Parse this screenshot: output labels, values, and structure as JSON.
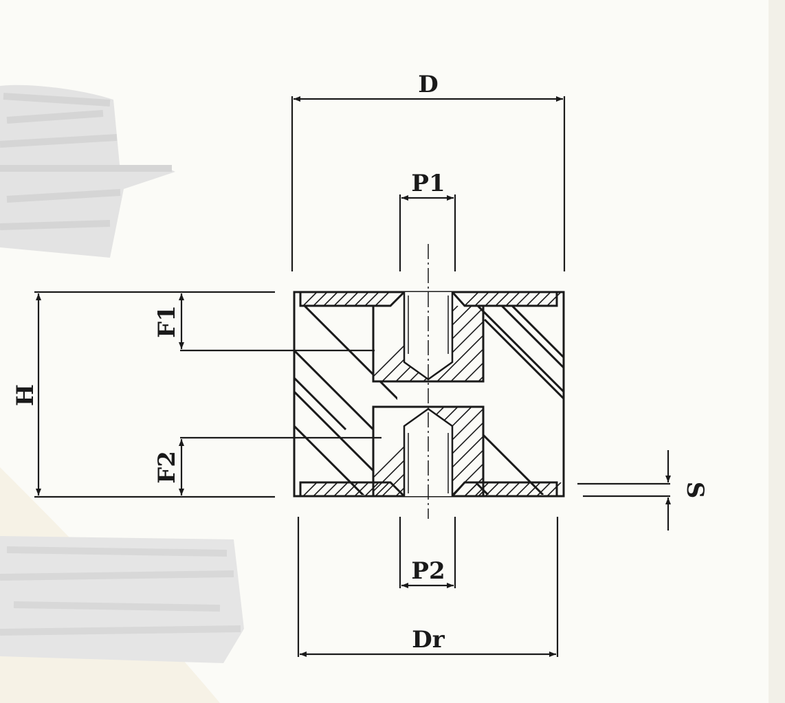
{
  "labels": {
    "D": "D",
    "P1": "P1",
    "F1": "F1",
    "H": "H",
    "F2": "F2",
    "S": "S",
    "P2": "P2",
    "Dr": "Dr"
  },
  "colors": {
    "paper": "#fbfbf7",
    "ink": "#1a1a1a",
    "scribble": "#e4e4e4"
  }
}
